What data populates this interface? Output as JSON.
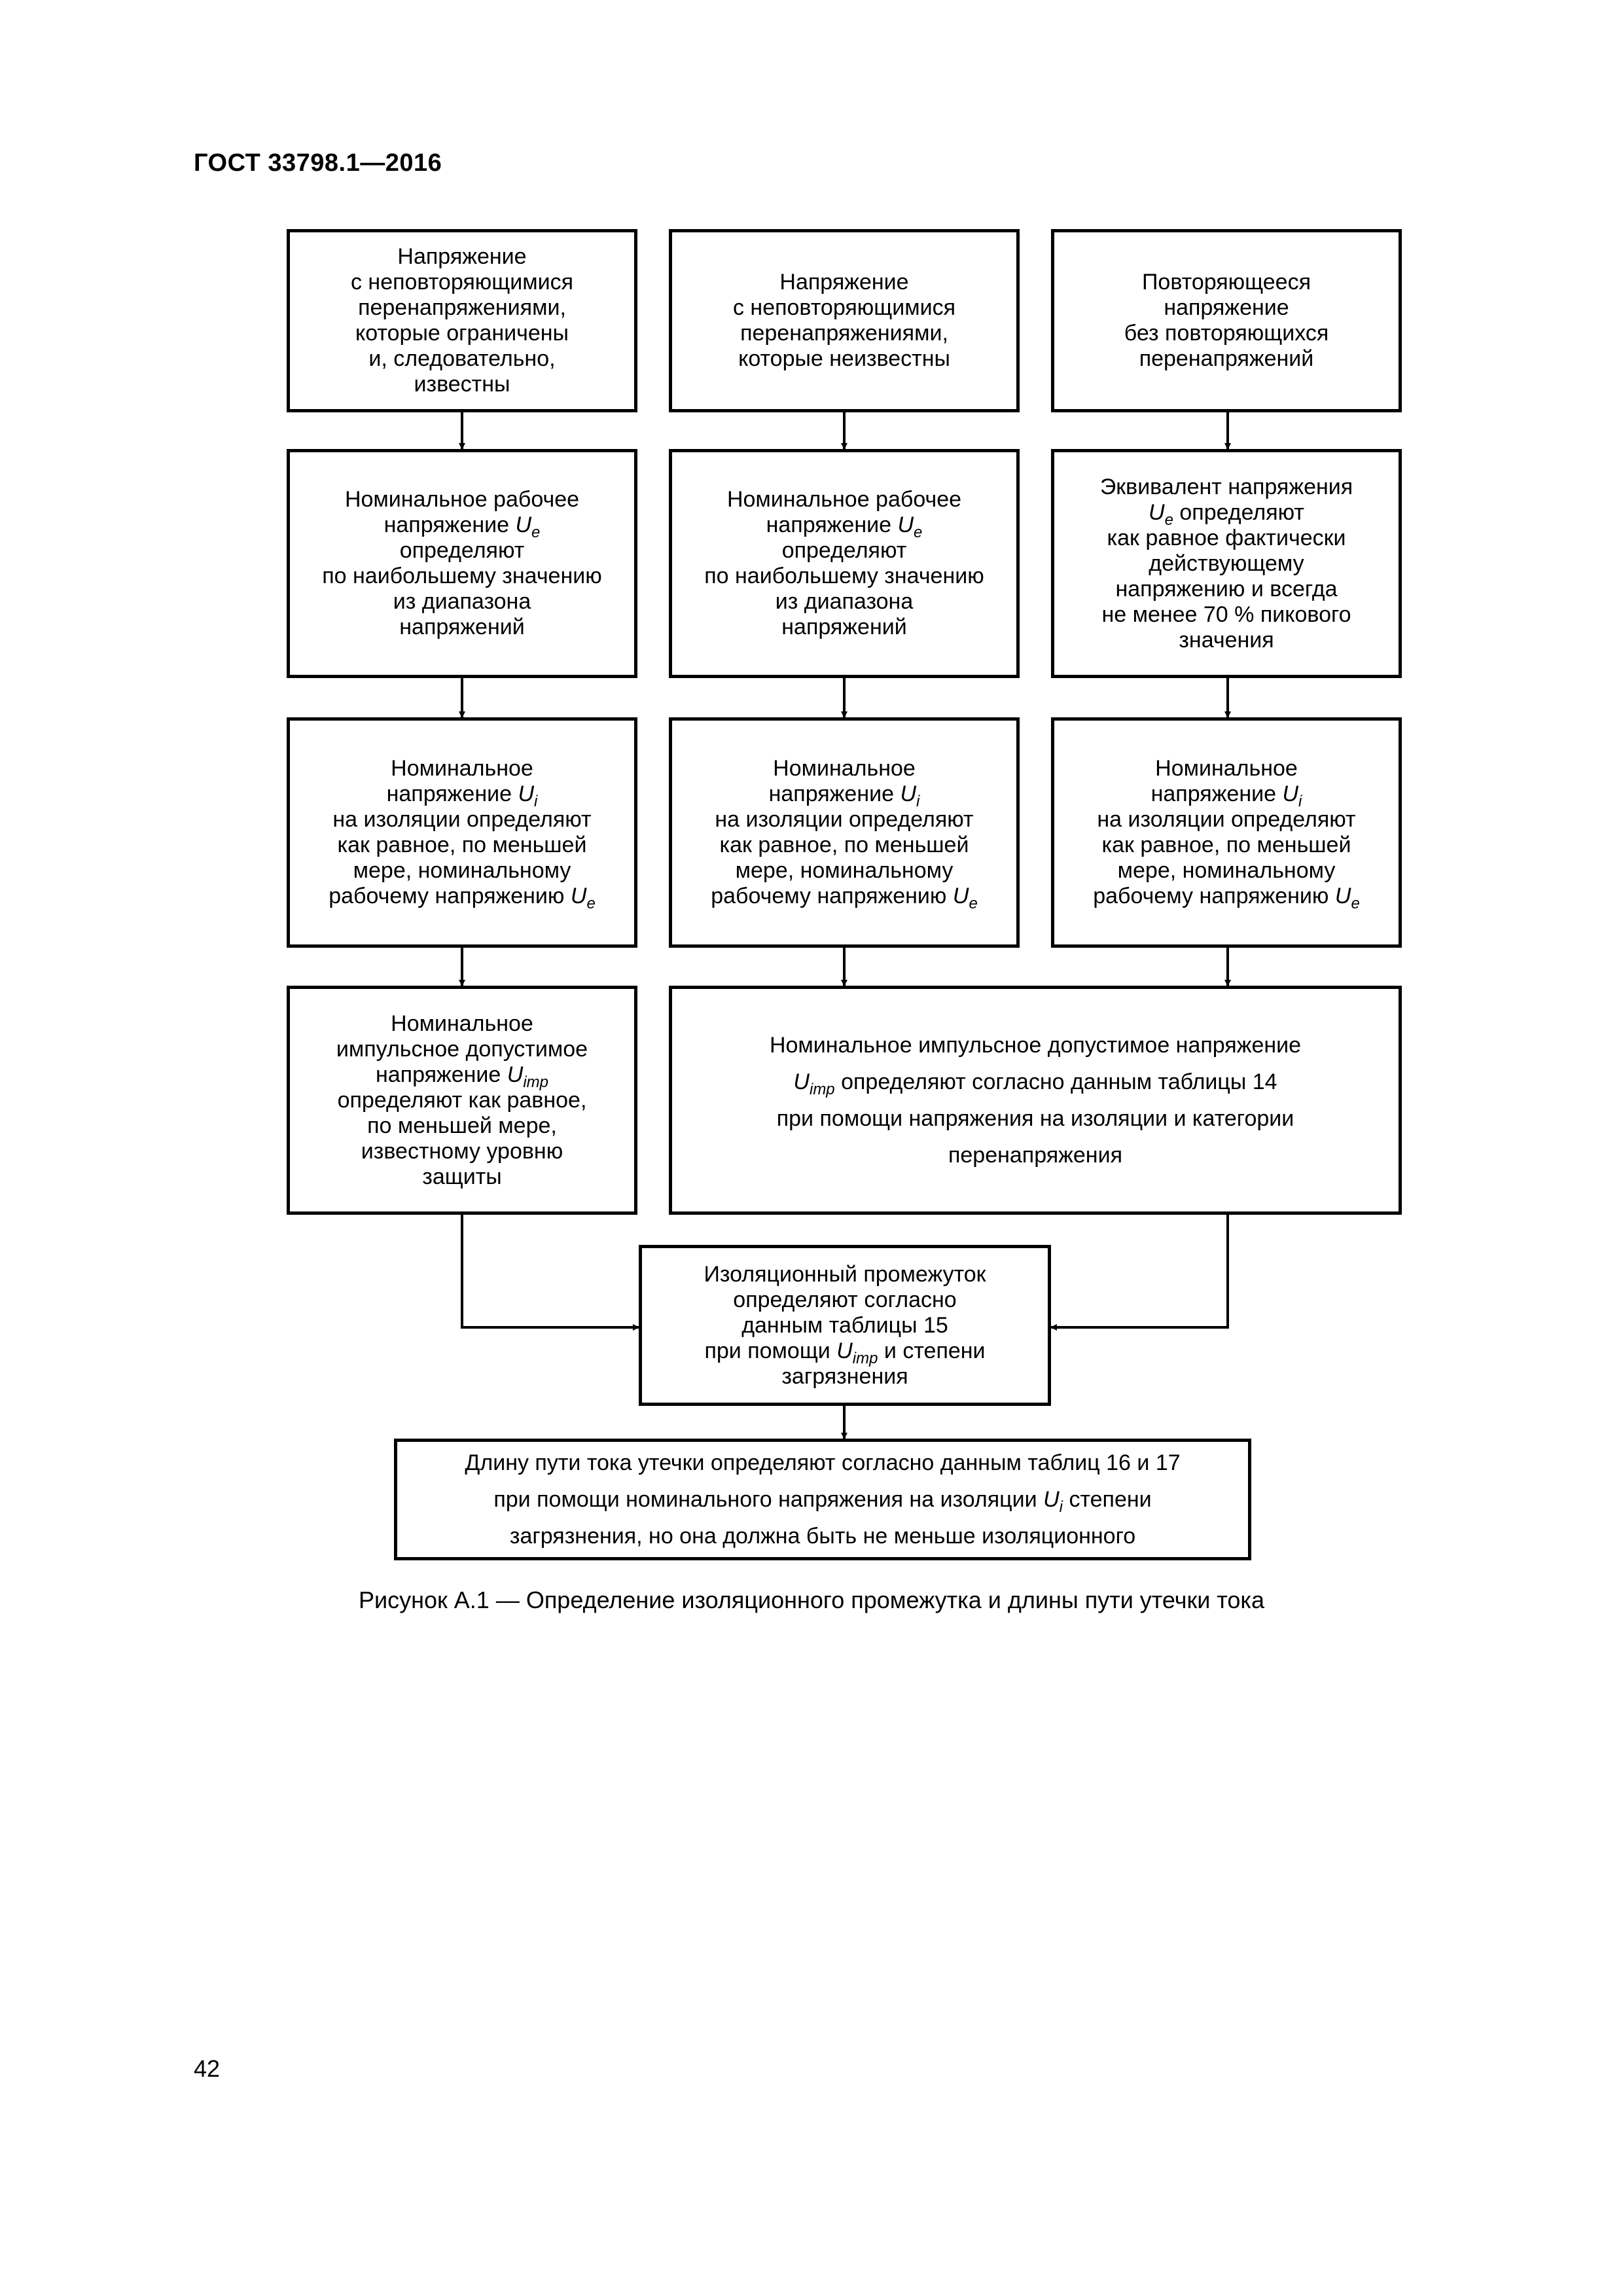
{
  "header": {
    "standard": "ГОСТ 33798.1—2016"
  },
  "flowchart": {
    "row1": {
      "left": [
        "Напряжение",
        "с неповторяющимися",
        "перенапряжениями,",
        "которые ограничены",
        "и, следовательно,",
        "известны"
      ],
      "middle": [
        "Напряжение",
        "с неповторяющимися",
        "перенапряжениями,",
        "которые неизвестны"
      ],
      "right": [
        "Повторяющееся",
        "напряжение",
        "без повторяющихся",
        "перенапряжений"
      ]
    },
    "row2": {
      "left": [
        "Номинальное рабочее",
        "напряжение U_e",
        "определяют",
        "по наибольшему значению",
        "из диапазона",
        "напряжений"
      ],
      "middle": [
        "Номинальное рабочее",
        "напряжение U_e",
        "определяют",
        "по наибольшему значению",
        "из диапазона",
        "напряжений"
      ],
      "right": [
        "Эквивалент напряжения",
        "U_e определяют",
        "как равное фактически",
        "действующему",
        "напряжению и всегда",
        "не менее 70 % пикового",
        "значения"
      ]
    },
    "row3": {
      "left": [
        "Номинальное",
        "напряжение U_i",
        "на изоляции определяют",
        "как равное, по меньшей",
        "мере, номинальному",
        "рабочему напряжению U_e"
      ],
      "middle": [
        "Номинальное",
        "напряжение U_i",
        "на изоляции определяют",
        "как равное, по меньшей",
        "мере, номинальному",
        "рабочему напряжению U_e"
      ],
      "right": [
        "Номинальное",
        "напряжение U_i",
        "на изоляции определяют",
        "как равное, по меньшей",
        "мере, номинальному",
        "рабочему напряжению U_e"
      ]
    },
    "row4": {
      "left": [
        "Номинальное",
        "импульсное допустимое",
        "напряжение U_imp",
        "определяют как равное,",
        "по меньшей мере,",
        "известному уровню",
        "защиты"
      ],
      "wide": [
        "Номинальное импульсное допустимое напряжение",
        "U_imp определяют согласно данным таблицы 14",
        "при помощи напряжения на изоляции и категории",
        "перенапряжения"
      ]
    },
    "row5": {
      "center": [
        "Изоляционный промежуток",
        "определяют согласно",
        "данным таблицы 15",
        "при помощи U_imp и степени",
        "загрязнения"
      ]
    },
    "row6": {
      "bottom": [
        "Длину пути тока утечки определяют согласно данным таблиц 16 и 17",
        "при помощи номинального напряжения на изоляции U_i степени",
        "загрязнения, но она должна быть не меньше изоляционного"
      ]
    }
  },
  "caption": "Рисунок А.1 — Определение изоляционного промежутка и длины пути утечки тока",
  "page_number": "42"
}
